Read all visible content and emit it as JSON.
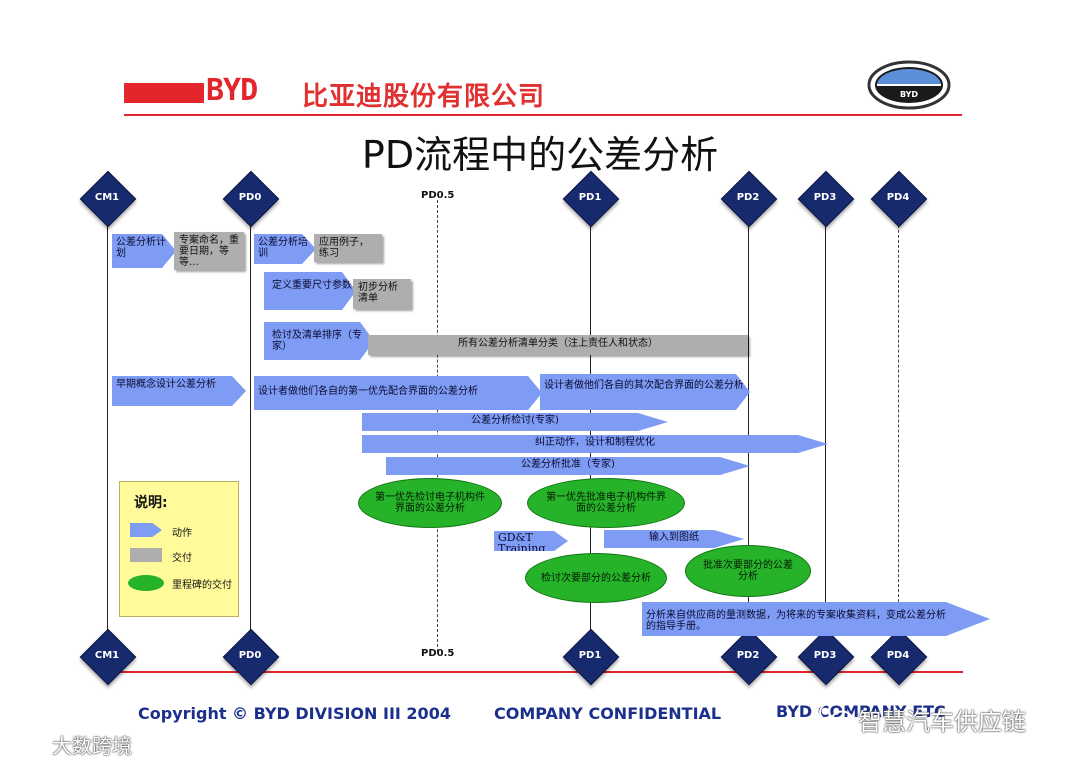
{
  "header": {
    "logo_text": "BYD",
    "company": "比亚迪股份有限公司",
    "emblem_text": "BYD",
    "title": "PD流程中的公差分析"
  },
  "milestones": [
    "CM1",
    "PD0",
    "PD0.5",
    "PD1",
    "PD2",
    "PD3",
    "PD4"
  ],
  "actions": {
    "a1": "公差分析计划",
    "a2": "公差分析培训",
    "a3": "定义重要尺寸参数",
    "a4": "检讨及清单排序（专家）",
    "a5": "早期概念设计公差分析",
    "a6": "设计者做他们各自的第一优先配合界面的公差分析",
    "a7": "设计者做他们各自的其次配合界面的公差分析",
    "a8": "公差分析检讨(专家)",
    "a9": "纠正动作，设计和制程优化",
    "a10": "公差分析批准（专家)",
    "a11": "GD&T Training",
    "a12": "输入到图纸",
    "a13": "分析来自供应商的量测数据，为将来的专案收集资料，变成公差分析的指导手册。"
  },
  "deliverables": {
    "d1": "专案命名，重要日期，等等…",
    "d2": "应用例子，练习",
    "d3": "初步分析清单",
    "d4": "所有公差分析清单分类（注上责任人和状态）"
  },
  "milestone_deliverables": {
    "m1": "第一优先检讨电子机构件界面的公差分析",
    "m2": "第一优先批准电子机构件界面的公差分析",
    "m3": "检讨次要部分的公差分析",
    "m4": "批准次要部分的公差分析"
  },
  "legend": {
    "title": "说明:",
    "action": "动作",
    "deliverable": "交付",
    "milestone": "里程碑的交付"
  },
  "footer": {
    "copyright": "Copyright © BYD  DIVISION III 2004",
    "confidential": "COMPANY CONFIDENTIAL",
    "right": "BYD COMPANY ETC"
  },
  "watermarks": {
    "left": "大数跨境",
    "right": "智慧汽车供应链"
  },
  "colors": {
    "red": "#e2262b",
    "navy": "#172a6e",
    "action_blue": "#7f9cf5",
    "deliverable_grey": "#aeaeae",
    "milestone_green": "#26b32a",
    "legend_yellow": "#fffb9a"
  }
}
